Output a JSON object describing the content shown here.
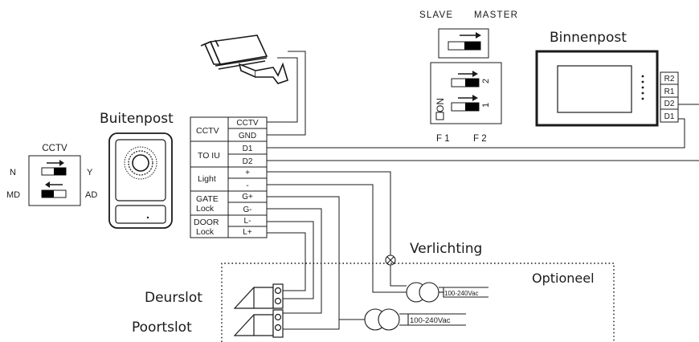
{
  "labels": {
    "buitenpost": "Buitenpost",
    "binnenpost": "Binnenpost",
    "slave": "SLAVE",
    "master": "MASTER",
    "verlichting": "Verlichting",
    "optioneel": "Optioneel",
    "deurslot": "Deurslot",
    "poortslot": "Poortslot",
    "cctv_switch_title": "CCTV",
    "cctv_n": "N",
    "cctv_y": "Y",
    "cctv_md": "MD",
    "cctv_ad": "AD",
    "dip_on": "ON",
    "dip_1": "1",
    "dip_2": "2",
    "f1": "F 1",
    "f2": "F 2",
    "trafo_1": "100-240Vac",
    "trafo_2": "100-240Vac"
  },
  "terminal_groups": [
    "CCTV",
    "TO IU",
    "Light",
    "GATE",
    "Lock",
    "DOOR",
    "Lock"
  ],
  "terminal_pins": [
    "CCTV",
    "GND",
    "D1",
    "D2",
    "+",
    "-",
    "G+",
    "G-",
    "L-",
    "L+"
  ],
  "monitor_pins": [
    "R2",
    "R1",
    "D2",
    "D1"
  ],
  "colors": {
    "ink": "#1a1a1a",
    "fill": "#000000"
  }
}
